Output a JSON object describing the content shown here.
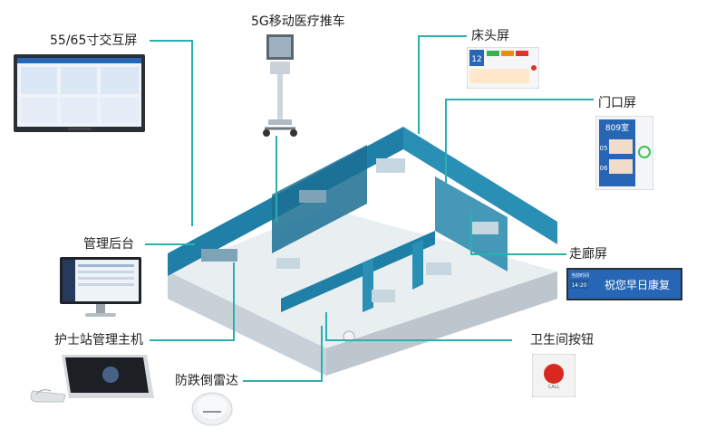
{
  "labels": {
    "interactive_screen": "55/65寸交互屏",
    "mobile_cart": "5G移动医疗推车",
    "bedside_screen": "床头屏",
    "door_screen": "门口屏",
    "admin_backend": "管理后台",
    "corridor_screen": "走廊屏",
    "nurse_station_host": "护士站管理主机",
    "bathroom_button": "卫生间按钮",
    "fall_radar": "防跌倒雷达"
  },
  "devices": {
    "bedside": {
      "bed_number": "12"
    },
    "door": {
      "room": "809室",
      "bed_a": "05",
      "bed_b": "06"
    },
    "corridor": {
      "title": "当前时间",
      "time": "14:20",
      "message": "祝您早日康复"
    },
    "button": {
      "text": "CALL"
    }
  },
  "colors": {
    "accent": "#2ab0b0",
    "wall_blue": "#1f7fa6",
    "floor": "#e9eef1"
  }
}
